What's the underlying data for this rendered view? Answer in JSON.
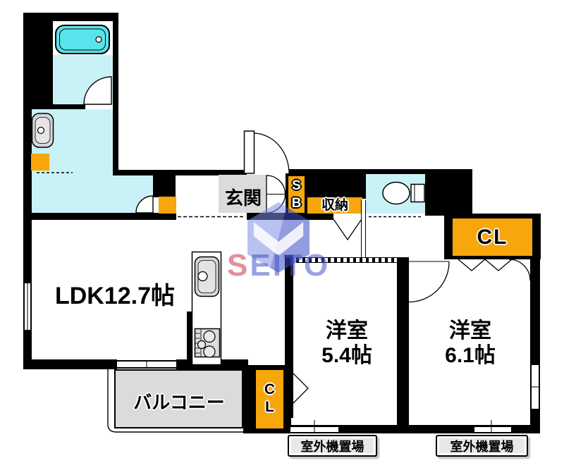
{
  "rooms": {
    "ldk": {
      "label": "LDK12.7帖"
    },
    "western_room_small": {
      "name": "洋室",
      "size": "5.4帖"
    },
    "western_room_large": {
      "name": "洋室",
      "size": "6.1帖"
    },
    "entrance": {
      "label": "玄関"
    },
    "storage": {
      "label": "収納"
    },
    "shoe_box": {
      "line1": "S",
      "line2": "B"
    },
    "closet_upper": {
      "label": "CL"
    },
    "closet_lower": {
      "line1": "C",
      "line2": "L"
    },
    "balcony": {
      "label": "バルコニー"
    },
    "outdoor_unit_left": {
      "label": "室外機置場"
    },
    "outdoor_unit_right": {
      "label": "室外機置場"
    }
  },
  "watermark": {
    "lead": "S",
    "rest": "EITO"
  },
  "colors": {
    "wall": "#000000",
    "accent_orange": "#F7A60B",
    "floor_cyan": "#C9F2F7",
    "tub_cyan": "#58E4EB",
    "floor_gray": "#DBDBDB",
    "fixture_gray": "#D6D6D6",
    "label_box_gray": "#E8E8E8",
    "watermark_blue": "#4A5AC8",
    "watermark_red": "#CD465A"
  }
}
